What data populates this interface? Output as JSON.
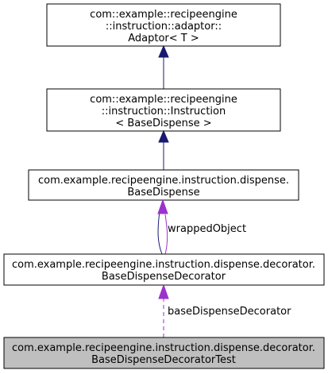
{
  "nodes": {
    "adaptor": {
      "lines": [
        "com::example::recipeengine",
        "::instruction::adaptor::",
        "Adaptor< T >"
      ],
      "fill": "#ffffff"
    },
    "instruction": {
      "lines": [
        "com::example::recipeengine",
        "::instruction::Instruction",
        "< BaseDispense >"
      ],
      "fill": "#ffffff"
    },
    "base_dispense": {
      "lines": [
        "com.example.recipeengine.instruction.dispense.",
        "BaseDispense"
      ],
      "fill": "#ffffff"
    },
    "base_dispense_decorator": {
      "lines": [
        "com.example.recipeengine.instruction.dispense.decorator.",
        "BaseDispenseDecorator"
      ],
      "fill": "#ffffff"
    },
    "base_dispense_decorator_test": {
      "lines": [
        "com.example.recipeengine.instruction.dispense.decorator.",
        "BaseDispenseDecoratorTest"
      ],
      "fill": "#bfbfbf"
    }
  },
  "edges": {
    "wrapped_object_label": "wrappedObject",
    "base_dispense_decorator_label": "baseDispenseDecorator"
  },
  "colors": {
    "inheritance": "#191970",
    "usage": "#9a32cd",
    "border": "#000000"
  }
}
